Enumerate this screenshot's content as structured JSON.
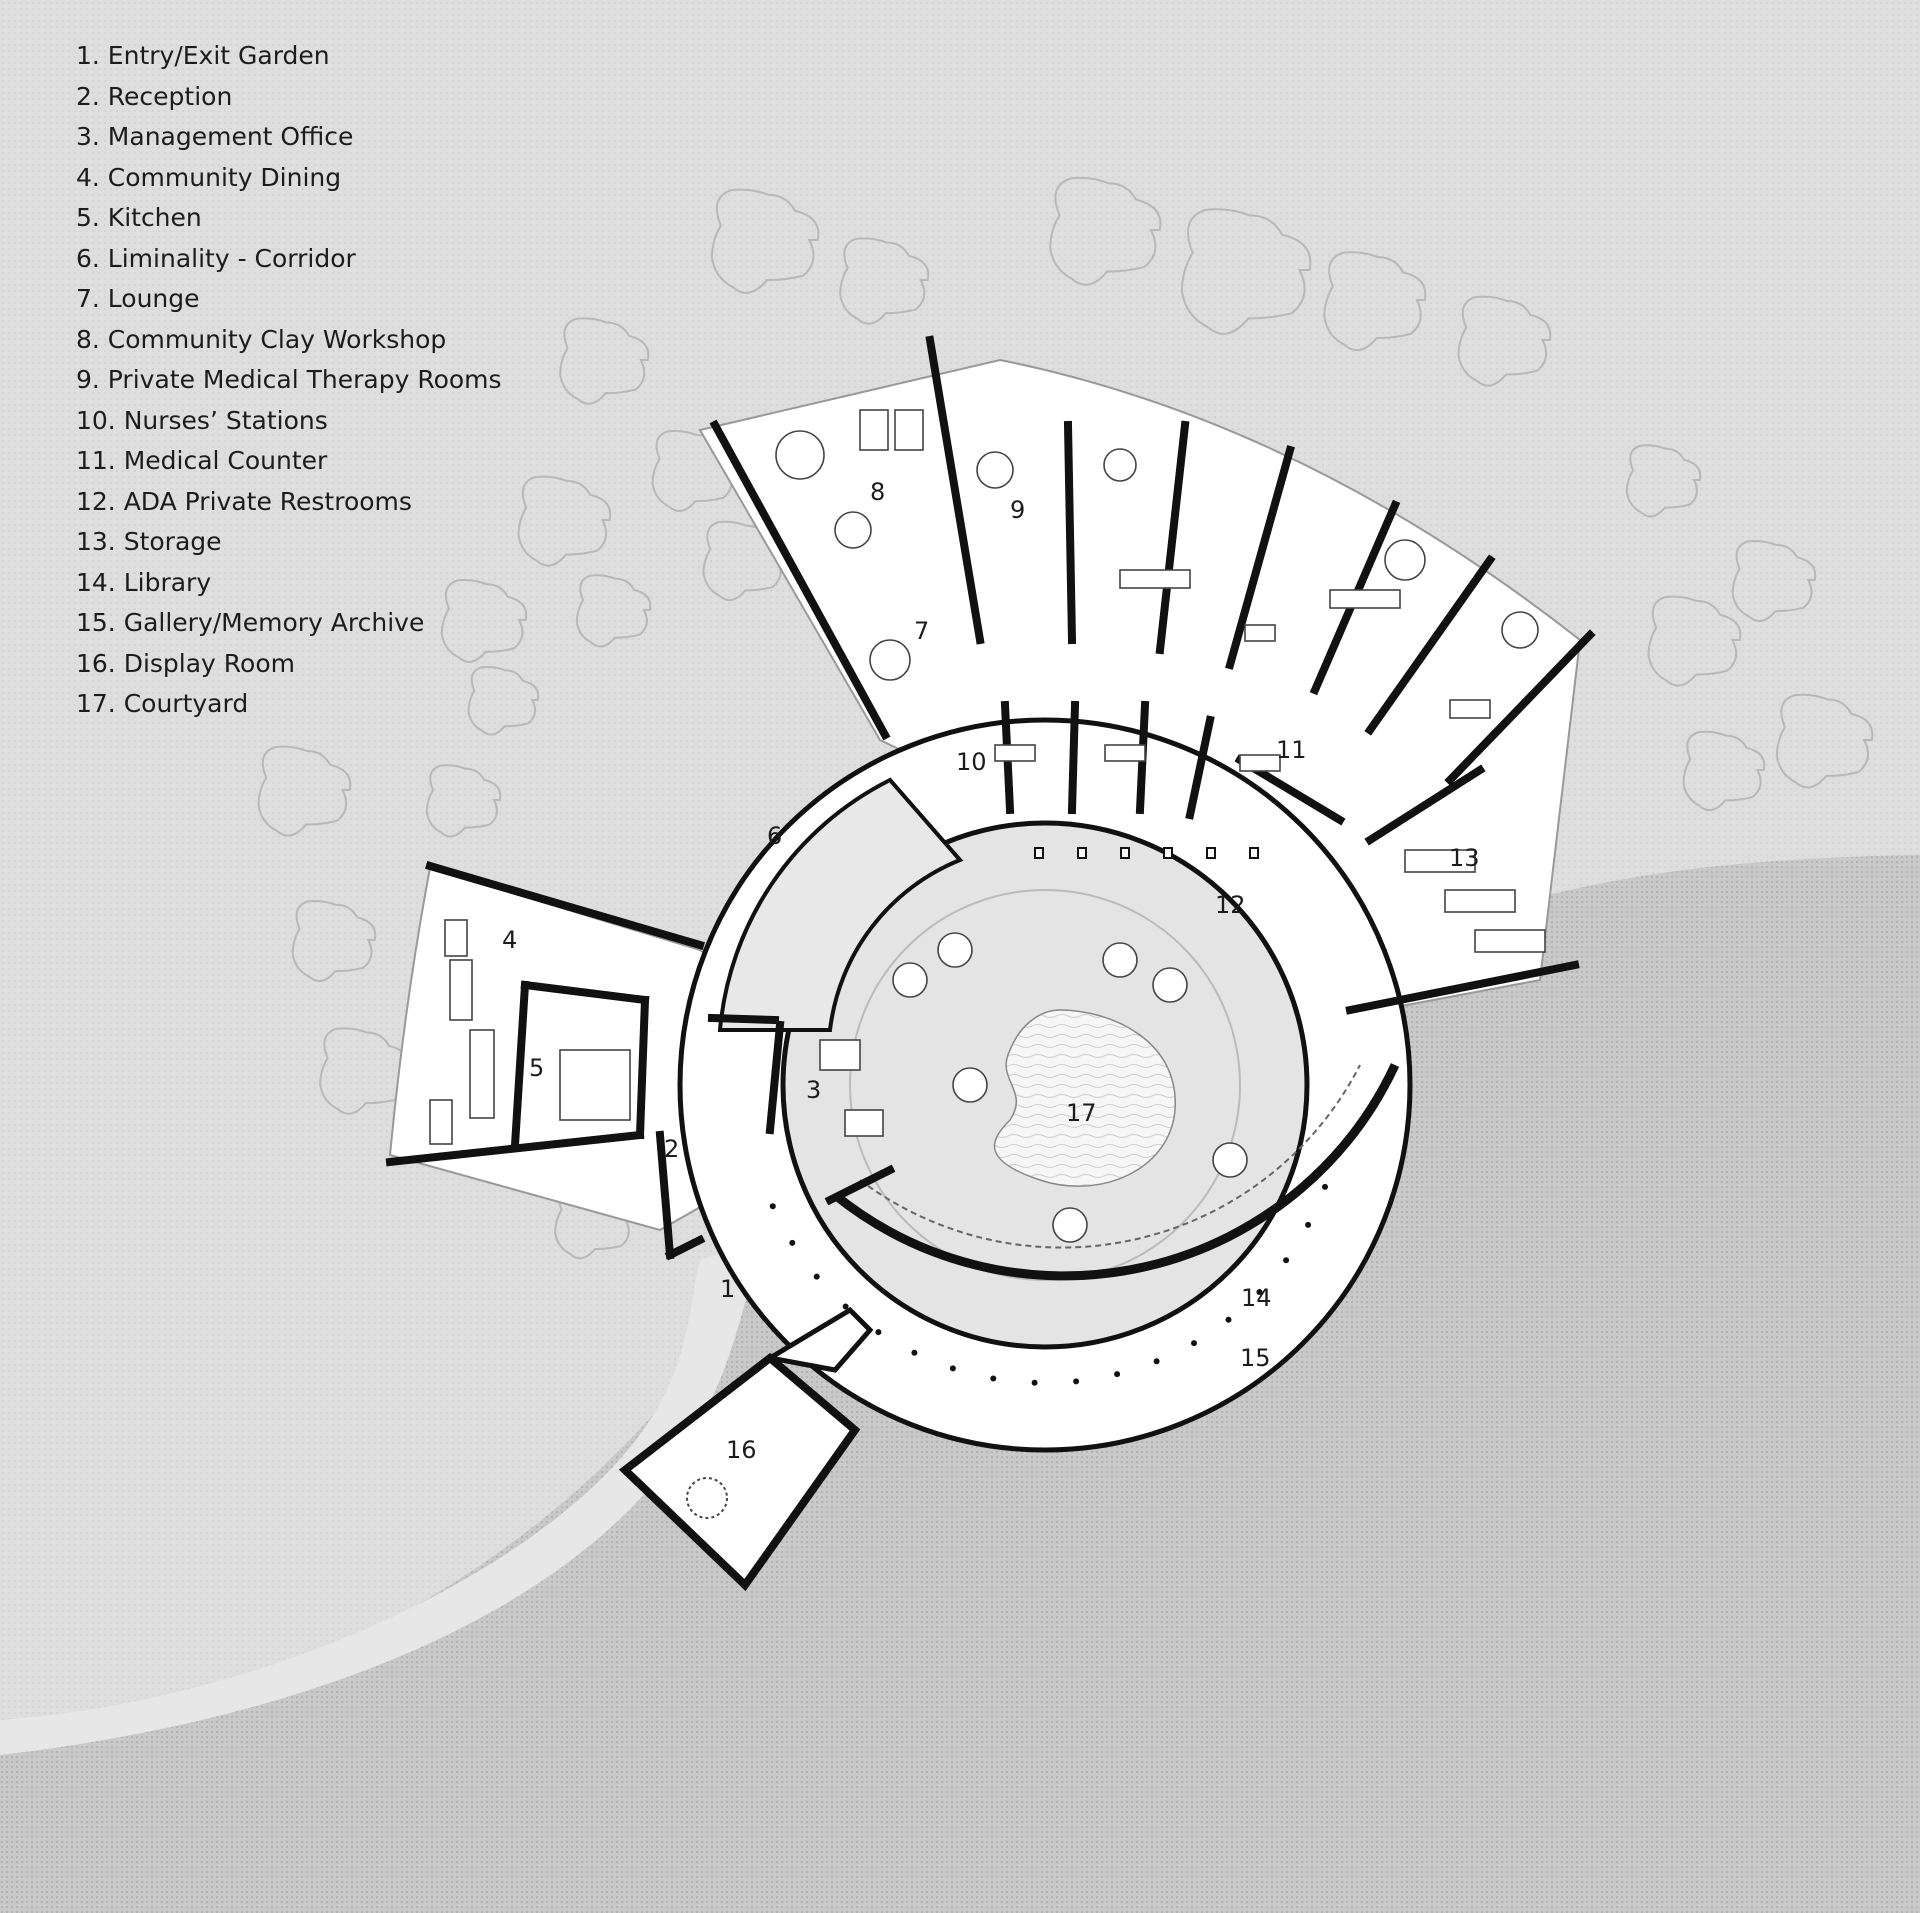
{
  "legend": [
    "1. Entry/Exit Garden",
    "2. Reception",
    "3. Management Office",
    "4. Community Dining",
    "5. Kitchen",
    "6. Liminality - Corridor",
    "7. Lounge",
    "8. Community Clay Workshop",
    "9. Private Medical Therapy Rooms",
    "10. Nurses’ Stations",
    "11. Medical Counter",
    "12. ADA Private Restrooms",
    "13. Storage",
    "14. Library",
    "15. Gallery/Memory Archive",
    "16. Display Room",
    "17. Courtyard"
  ],
  "room_numbers": [
    "1",
    "2",
    "3",
    "4",
    "5",
    "6",
    "7",
    "8",
    "9",
    "10",
    "11",
    "12",
    "13",
    "14",
    "15",
    "16",
    "17"
  ],
  "colors": {
    "site_ground": "#dcdcdc",
    "lower_ground": "#c4c4c4",
    "path": "#e7e7e7",
    "floor": "#ffffff",
    "courtyard_ring": "#e4e4e4",
    "pond": "#f6f6f6",
    "wall": "#111111",
    "tree_outline": "#b8b8b8"
  }
}
